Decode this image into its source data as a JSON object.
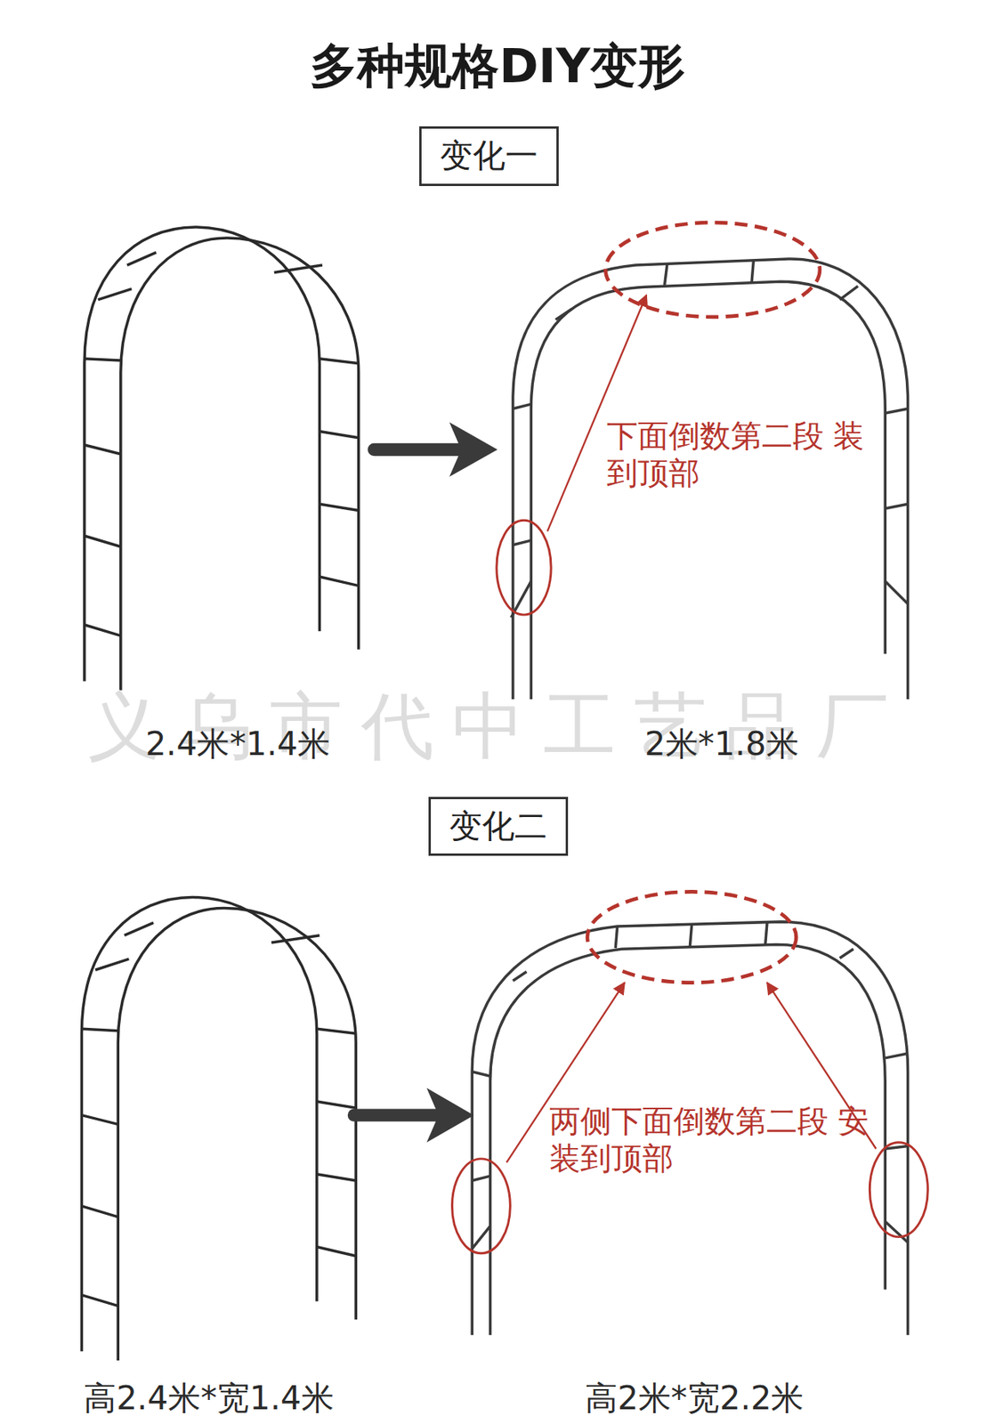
{
  "diagram": {
    "title": "多种规格DIY变形",
    "nodes": [
      {
        "text": [
          "变化一"
        ]
      },
      {
        "text": [
          "变化二"
        ]
      }
    ],
    "labels": [
      "下面倒数第二段 装到顶部",
      "义乌市代中工艺品厂",
      "2.4米*1.4米",
      "2米*1.8米",
      "两侧下面倒数第二段 安装到顶部",
      "高2.4米*宽1.4米",
      "高2米*宽2.2米"
    ]
  }
}
